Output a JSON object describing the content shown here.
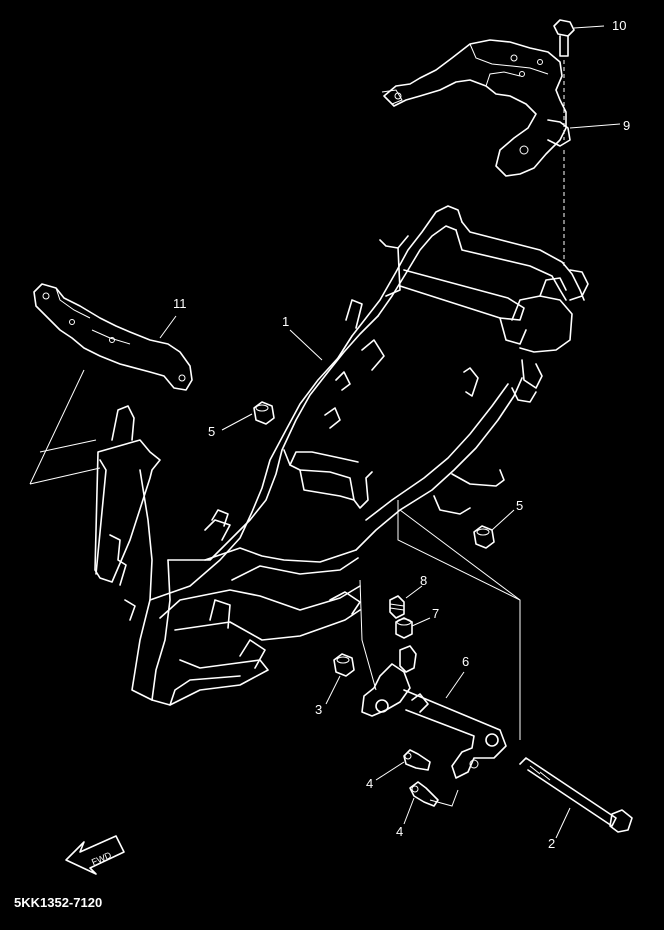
{
  "diagram": {
    "part_code": "5KK1352-7120",
    "fwd_label": "FWD",
    "callouts": {
      "c1": "1",
      "c2": "2",
      "c3": "3",
      "c4a": "4",
      "c4b": "4",
      "c5a": "5",
      "c5b": "5",
      "c6": "6",
      "c7": "7",
      "c8": "8",
      "c9": "9",
      "c10": "10",
      "c11": "11"
    }
  }
}
